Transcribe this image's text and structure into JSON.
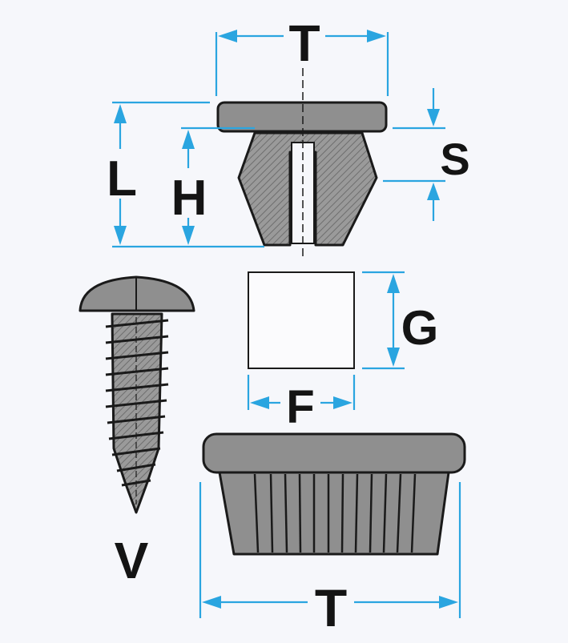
{
  "labels": {
    "T_top": "T",
    "L": "L",
    "H": "H",
    "S": "S",
    "G": "G",
    "F": "F",
    "V": "V",
    "T_bottom": "T"
  },
  "colors": {
    "dimension_line": "#2aa5e0",
    "part_fill": "#8f8f8f",
    "outline": "#1a1a1a",
    "background": "#f6f7fb"
  }
}
